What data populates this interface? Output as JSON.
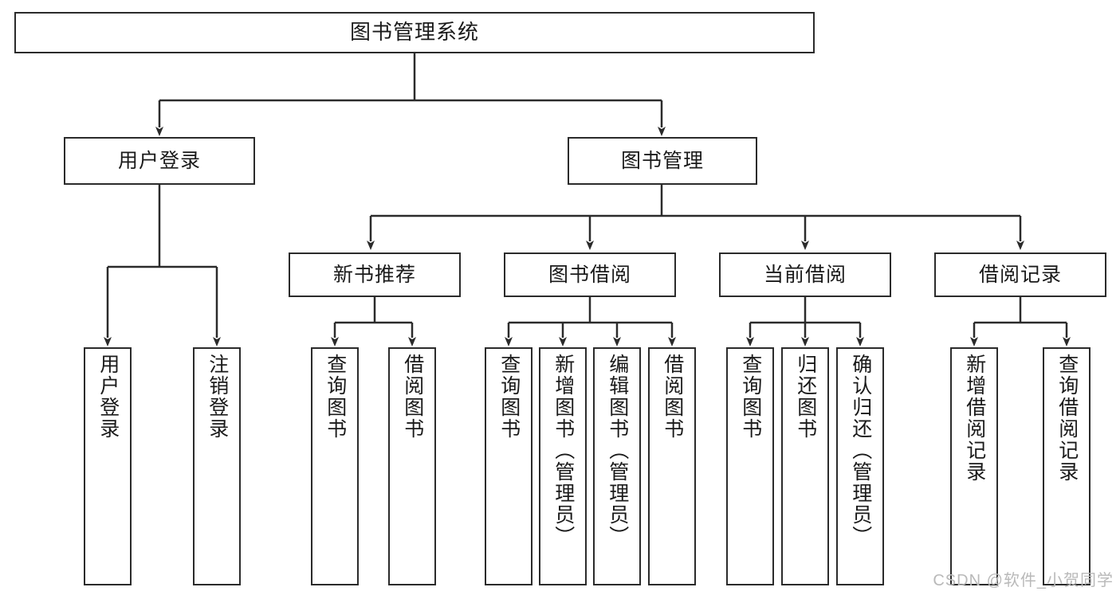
{
  "diagram": {
    "type": "tree",
    "title": "图书管理系统",
    "watermark": "CSDN @软件_小贺同学",
    "levels": 3,
    "nodes": {
      "root": {
        "label": "图书管理系统"
      },
      "level1": [
        {
          "label": "用户登录"
        },
        {
          "label": "图书管理"
        }
      ],
      "level2": [
        {
          "label": "新书推荐"
        },
        {
          "label": "图书借阅"
        },
        {
          "label": "当前借阅"
        },
        {
          "label": "借阅记录"
        }
      ],
      "leaves": [
        {
          "label": "用户登录"
        },
        {
          "label": "注销登录"
        },
        {
          "label": "查询图书"
        },
        {
          "label": "借阅图书"
        },
        {
          "label": "查询图书"
        },
        {
          "label": "新增图书（管理员）"
        },
        {
          "label": "编辑图书（管理员）"
        },
        {
          "label": "借阅图书"
        },
        {
          "label": "查询图书"
        },
        {
          "label": "归还图书"
        },
        {
          "label": "确认归还（管理员）"
        },
        {
          "label": "新增借阅记录"
        },
        {
          "label": "查询借阅记录"
        }
      ]
    },
    "colors": {
      "stroke": "#2b2b2b",
      "fill": "#ffffff",
      "text": "#1a1a1a",
      "watermark": "#b9b9b9"
    }
  }
}
